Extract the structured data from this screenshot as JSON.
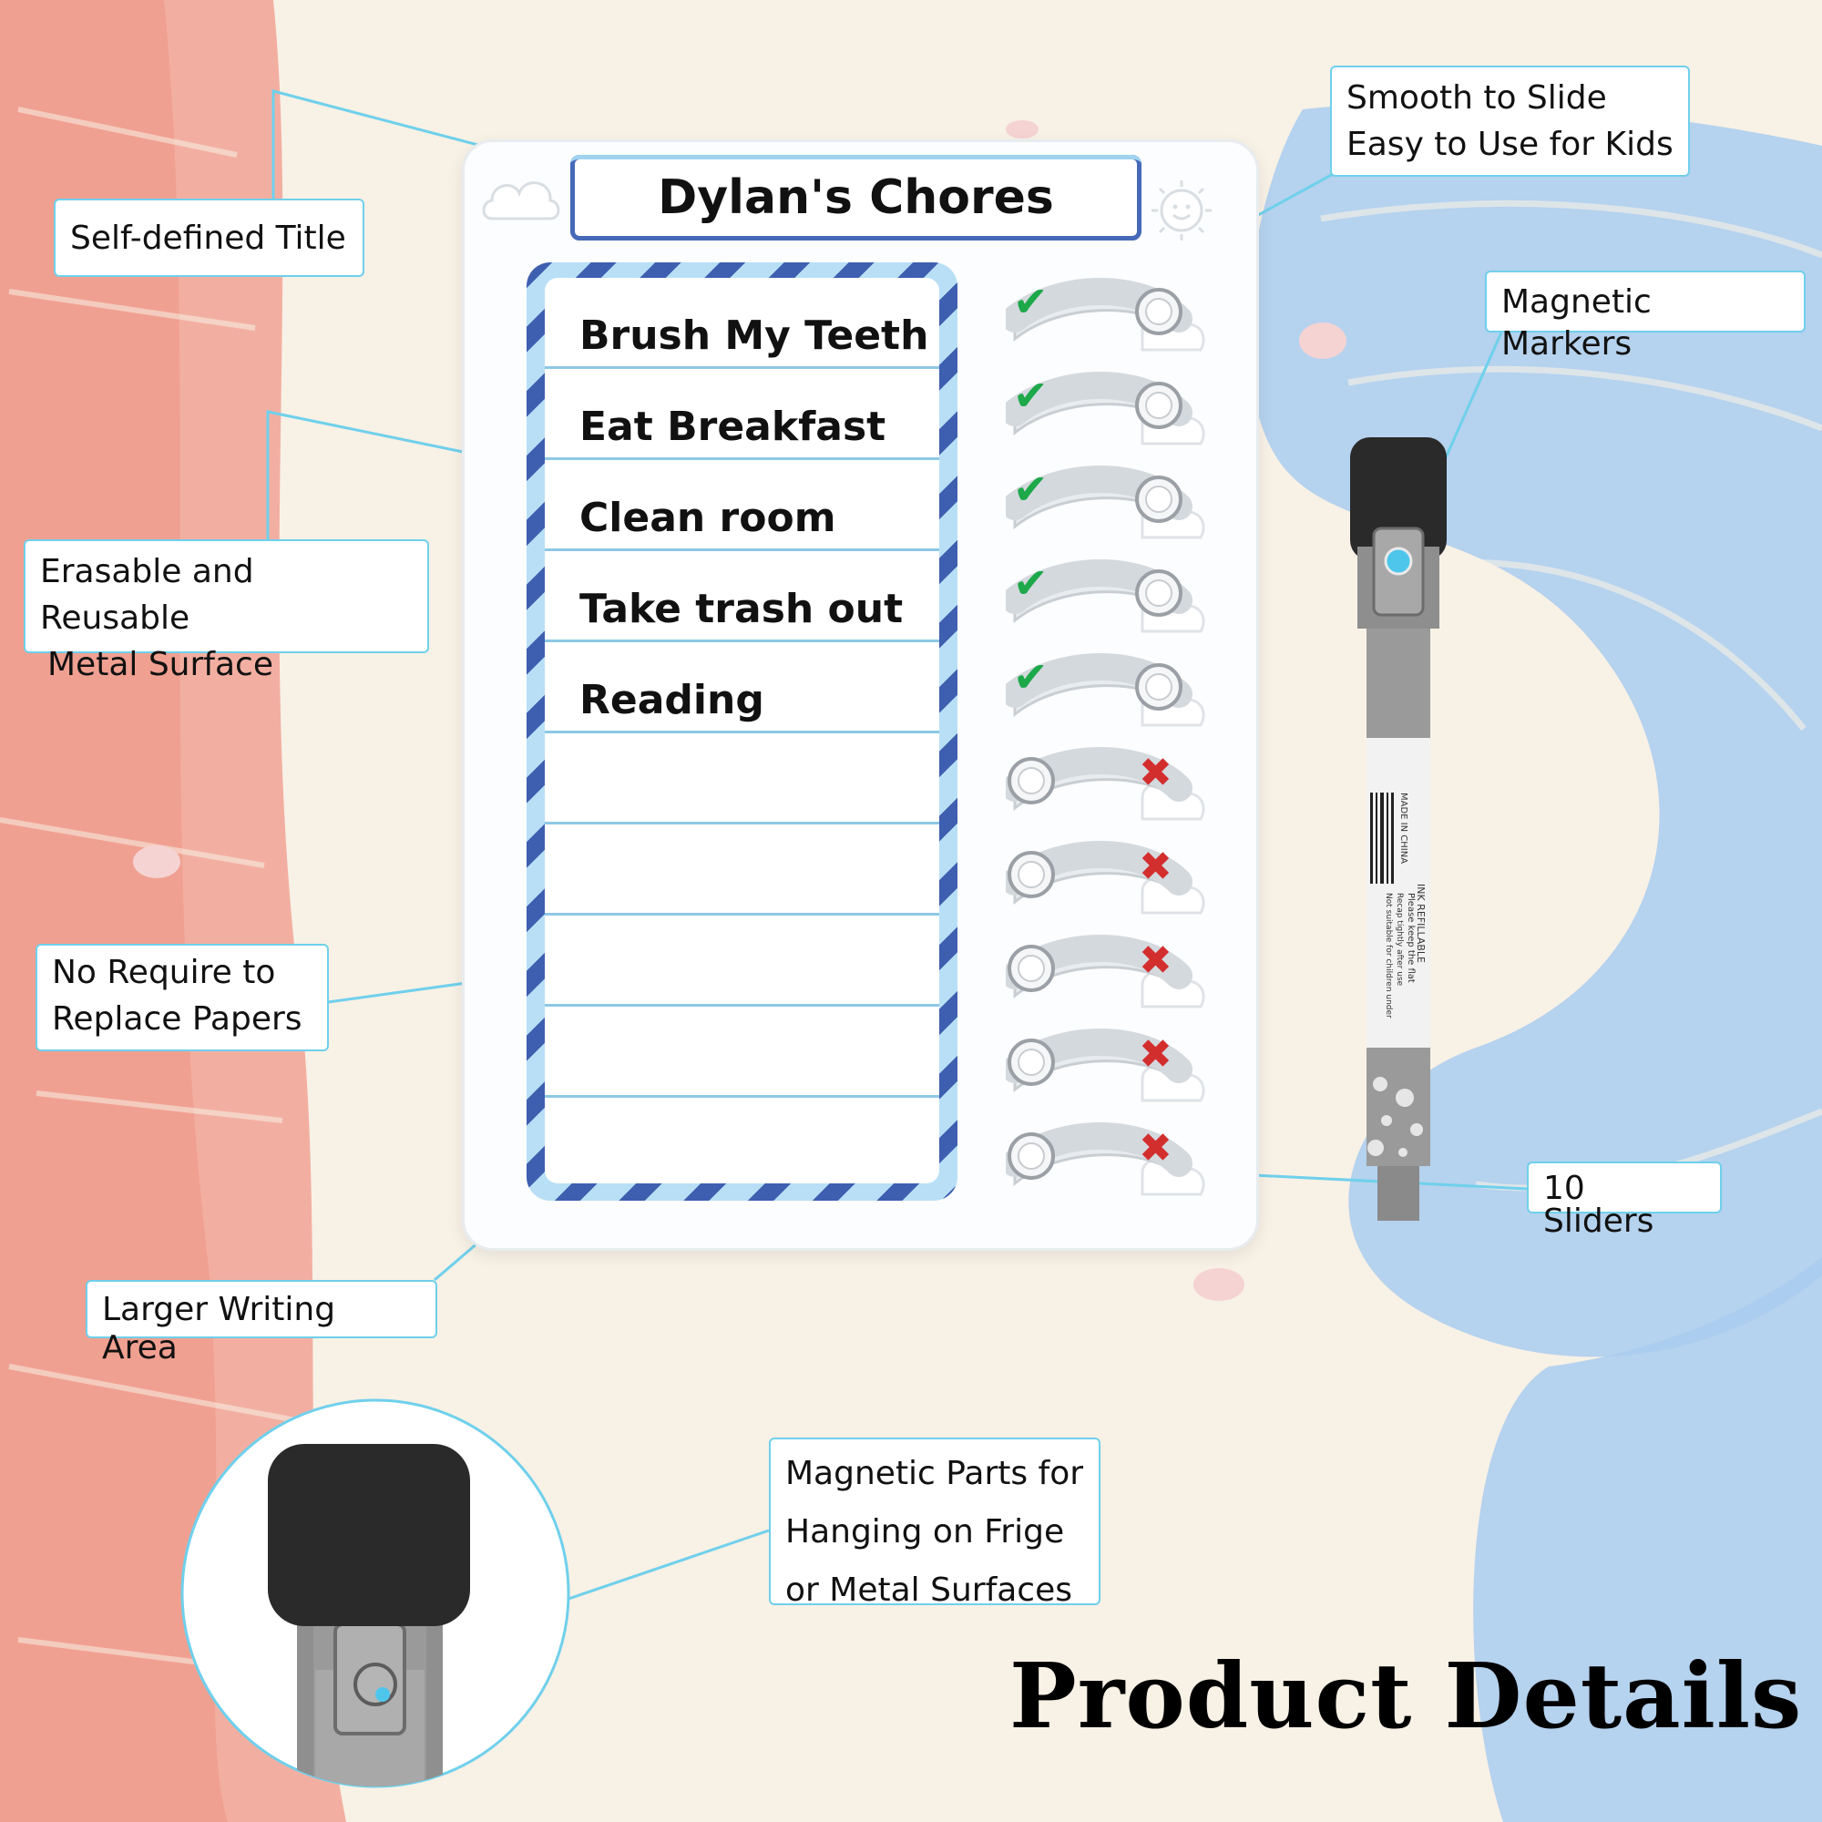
{
  "title": "Dylan's Chores",
  "chores": [
    "Brush My Teeth",
    "Eat Breakfast",
    "Clean room",
    "Take trash out",
    "Reading",
    "",
    "",
    "",
    "",
    ""
  ],
  "slider_states": [
    "done",
    "done",
    "done",
    "done",
    "done",
    "not-done",
    "not-done",
    "not-done",
    "not-done",
    "not-done"
  ],
  "callouts": {
    "self_defined_title": [
      "Self-defined Title"
    ],
    "smooth_to_slide": [
      "Smooth to Slide",
      "Easy to Use for Kids"
    ],
    "magnetic_markers": [
      "Magnetic Markers"
    ],
    "erasable": [
      "Erasable and Reusable",
      "Metal Surface"
    ],
    "no_require": [
      "No Require to",
      "Replace Papers"
    ],
    "ten_sliders": [
      "10 Sliders"
    ],
    "larger_writing": [
      "Larger Writing Area"
    ],
    "magnetic_parts": [
      "Magnetic Parts for",
      "Hanging on Frige",
      "or Metal Surfaces"
    ]
  },
  "heading": "Product Details",
  "marker_text": {
    "made_in": "MADE IN CHINA",
    "refillable": "INK REFILLABLE",
    "note1": "Please keep the flat",
    "note2": "Recap tightly after use",
    "note3": "Not suitable for children under"
  },
  "colors": {
    "accent": "#6fd0ec",
    "stripe_dark": "#3e5fb0",
    "stripe_light": "#b8dff6",
    "check": "#1da84a",
    "cross": "#d32e2e"
  }
}
